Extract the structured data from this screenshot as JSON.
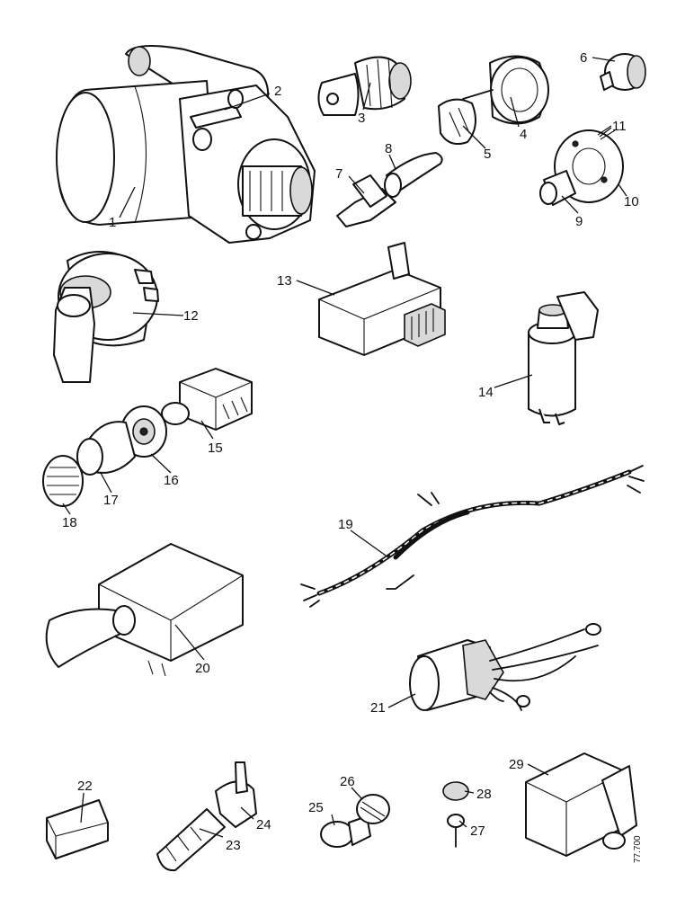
{
  "callouts": {
    "c1": "1",
    "c2": "2",
    "c3": "3",
    "c4": "4",
    "c5": "5",
    "c6": "6",
    "c7": "7",
    "c8": "8",
    "c9": "9",
    "c10": "10",
    "c11": "11",
    "c12": "12",
    "c13": "13",
    "c14": "14",
    "c15": "15",
    "c16": "16",
    "c17": "17",
    "c18": "18",
    "c19": "19",
    "c20": "20",
    "c21": "21",
    "c22": "22",
    "c23": "23",
    "c24": "24",
    "c25": "25",
    "c26": "26",
    "c27": "27",
    "c28": "28",
    "c29": "29"
  },
  "reference_code": "77.700"
}
